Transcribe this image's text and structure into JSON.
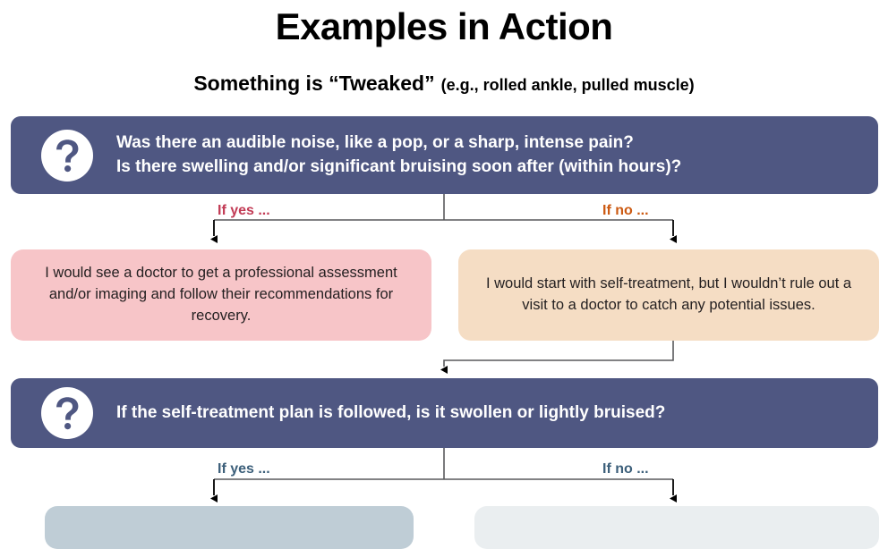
{
  "header": {
    "title": "Examples in Action",
    "subtitle_main": "Something is “Tweaked”",
    "subtitle_note": "(e.g., rolled ankle, pulled muscle)"
  },
  "icons": {
    "question_mark": "question-mark-icon"
  },
  "flow": {
    "question_1": {
      "icon": "question-mark-icon",
      "line_1": "Was there an audible noise, like a pop, or a sharp, intense pain?",
      "line_2": "Is there swelling and/or significant bruising soon after (within hours)?"
    },
    "branch_1": {
      "yes_label": "If yes ...",
      "no_label": "If no ...",
      "yes_color": "#c23b55",
      "no_color": "#cc5a12",
      "yes_answer": "I would see a doctor to get a professional assessment and/or imaging and follow their recommendations for recovery.",
      "no_answer": "I would start with self-treatment, but I wouldn’t rule out a visit to a doctor to catch any potential issues.",
      "yes_box_color": "#f7c5c8",
      "no_box_color": "#f5ddc4"
    },
    "question_2": {
      "icon": "question-mark-icon",
      "line_1": "If the self-treatment plan is followed, is it swollen or lightly bruised?"
    },
    "branch_2": {
      "yes_label": "If yes ...",
      "no_label": "If no ...",
      "yes_color": "#3c5f7a",
      "no_color": "#3c5f7a",
      "yes_box_color": "#bfcdd6",
      "no_box_color": "#eaeef0",
      "yes_answer": "",
      "no_answer": ""
    }
  },
  "colors": {
    "bar_slate": "#4f5782",
    "text_dark": "#231f20",
    "background": "#ffffff",
    "connector": "#58595b"
  }
}
